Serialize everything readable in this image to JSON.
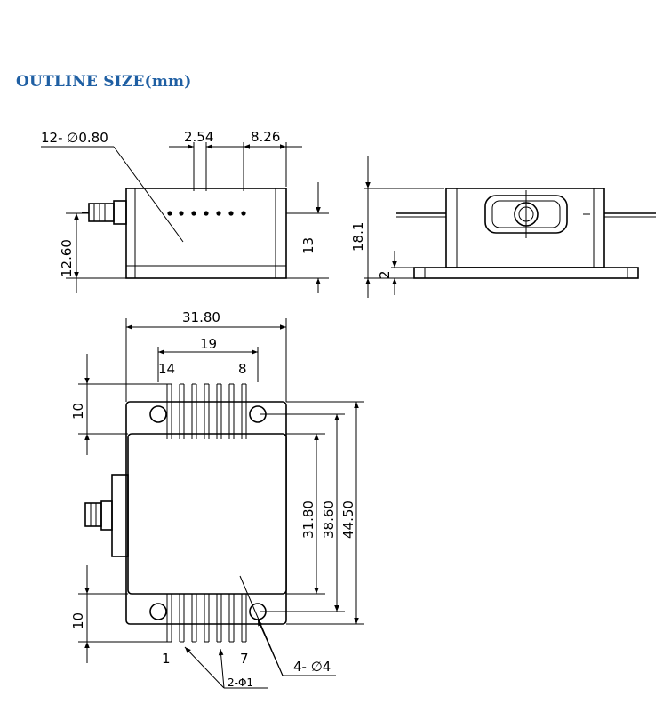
{
  "heading": "OUTLINE SIZE(mm)",
  "top_view": {
    "pins_label": "12- ∅0.80",
    "pitch": "2.54",
    "offset": "8.26",
    "height_left": "12.60",
    "height_right": "13"
  },
  "side_view": {
    "height": "18.1",
    "base": "2"
  },
  "front_view": {
    "width": "31.80",
    "pin_span": "19",
    "pin_14": "14",
    "pin_8": "8",
    "pin_1": "1",
    "pin_7": "7",
    "top_margin": "10",
    "bottom_margin": "10",
    "body_h": "31.80",
    "flange_h": "38.60",
    "total_h": "44.50",
    "pin_holes": "2-Φ1",
    "mount_holes": "4- ∅4"
  }
}
